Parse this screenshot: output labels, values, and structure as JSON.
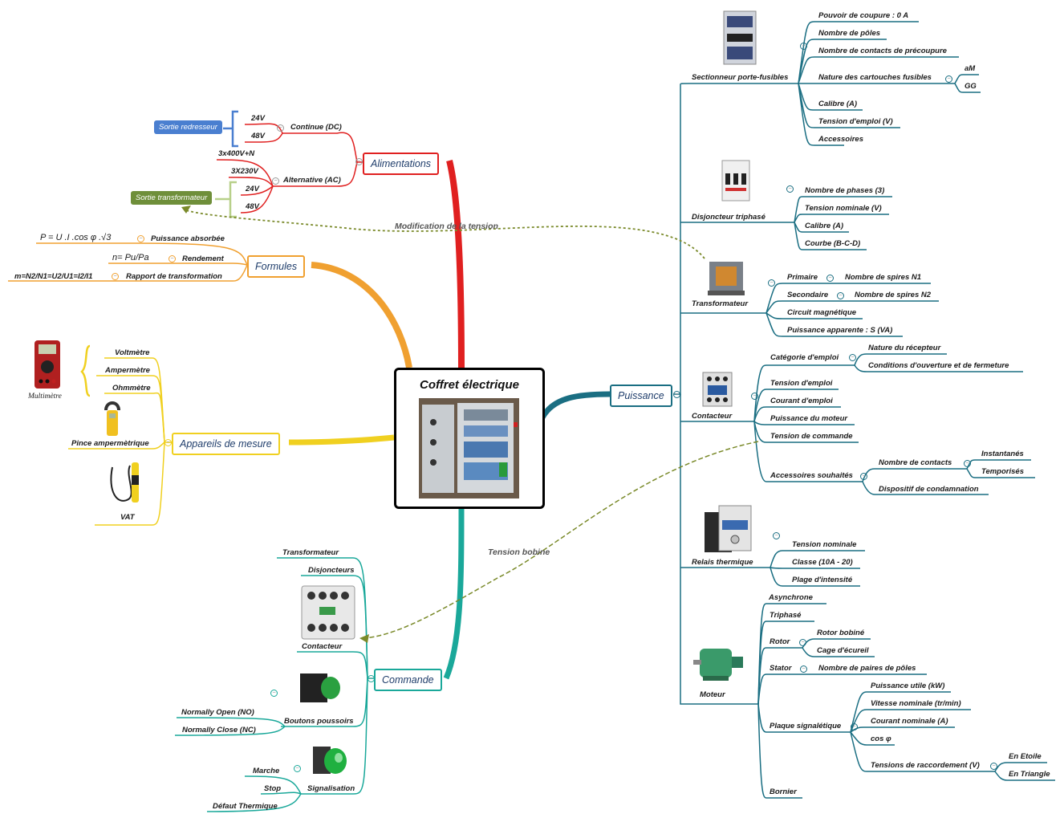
{
  "center": {
    "title": "Coffret électrique"
  },
  "alimentations": {
    "label": "Alimentations",
    "continue": "Continue (DC)",
    "alternative": "Alternative (AC)",
    "v24a": "24V",
    "v48a": "48V",
    "v3x400": "3x400V+N",
    "v3x230": "3X230V",
    "v24b": "24V",
    "v48b": "48V",
    "sortie_redresseur": "Sortie redresseur",
    "sortie_transformateur": "Sortie transformateur"
  },
  "formules": {
    "label": "Formules",
    "f1": "P = U .I .cos φ .√3",
    "f1_name": "Puissance absorbée",
    "f2": "n=  Pu/Pa",
    "f2_name": "Rendement",
    "f3": "m=N2/N1=U2/U1=I2/I1",
    "f3_name": "Rapport de transformation"
  },
  "appareils": {
    "label": "Appareils de mesure",
    "voltmetre": "Voltmètre",
    "amperemetre": "Ampermètre",
    "ohmmetre": "Ohmmètre",
    "multimetre": "Multimètre",
    "pince": "Pince ampermètrique",
    "vat": "VAT"
  },
  "commande": {
    "label": "Commande",
    "transformateur": "Transformateur",
    "disjoncteurs": "Disjoncteurs",
    "contacteur": "Contacteur",
    "boutons": "Boutons poussoirs",
    "no": "Normally Open (NO)",
    "nc": "Normally Close (NC)",
    "signalisation": "Signalisation",
    "marche": "Marche",
    "stop": "Stop",
    "defaut": "Défaut Thermique"
  },
  "links": {
    "tension": "Modification de la tension",
    "bobine": "Tension bobine"
  },
  "puissance": {
    "label": "Puissance",
    "sectionneur": {
      "label": "Sectionneur porte-fusibles",
      "items": [
        "Pouvoir de coupure  : 0 A",
        "Nombre de pôles",
        "Nombre de contacts de précoupure",
        "Nature  des cartouches fusibles",
        "Calibre (A)",
        "Tension d'emploi (V)",
        "Accessoires"
      ],
      "am": "aM",
      "gg": "GG"
    },
    "disjoncteur": {
      "label": "Disjoncteur triphasé",
      "items": [
        "Nombre de phases (3)",
        "Tension nominale (V)",
        "Calibre (A)",
        "Courbe (B-C-D)"
      ]
    },
    "transformateur": {
      "label": "Transformateur",
      "primaire": "Primaire",
      "n1": "Nombre de spires N1",
      "secondaire": "Secondaire",
      "n2": "Nombre de spires N2",
      "circuit": "Circuit magnétique",
      "puissance": "Puissance apparente : S  (VA)"
    },
    "contacteur": {
      "label": "Contacteur",
      "categorie": "Catégorie d'emploi",
      "nature": "Nature du récepteur",
      "conditions": "Conditions d'ouverture et de fermeture",
      "tension_emploi": "Tension d'emploi",
      "courant_emploi": "Courant d'emploi",
      "puissance_moteur": "Puissance du moteur",
      "tension_commande": "Tension de commande",
      "accessoires": "Accessoires souhaités",
      "nb_contacts": "Nombre de contacts",
      "instantanes": "Instantanés",
      "temporises": "Temporisés",
      "condamnation": "Dispositif de condamnation"
    },
    "relais": {
      "label": "Relais thermique",
      "items": [
        "Tension nominale",
        "Classe (10A - 20)",
        "Plage d'intensité"
      ]
    },
    "moteur": {
      "label": "Moteur",
      "asynchrone": "Asynchrone",
      "triphase": "Triphasé",
      "rotor": "Rotor",
      "rotor_bobine": "Rotor bobiné",
      "cage": "Cage d'écureil",
      "stator": "Stator",
      "paires": "Nombre de paires de pôles",
      "plaque": "Plaque signalétique",
      "plaque_items": [
        "Puissance utile (kW)",
        "Vitesse nominale (tr/min)",
        "Courant nominale (A)",
        "cos φ"
      ],
      "tensions": "Tensions de raccordement (V)",
      "etoile": "En Etoile",
      "triangle": "En Triangle",
      "bornier": "Bornier"
    }
  },
  "colors": {
    "alim": "#e02020",
    "formules": "#f0a030",
    "appareils": "#f0d020",
    "commande": "#1aa89a",
    "puissance": "#1a6e82",
    "link": "#7a8a2a"
  }
}
